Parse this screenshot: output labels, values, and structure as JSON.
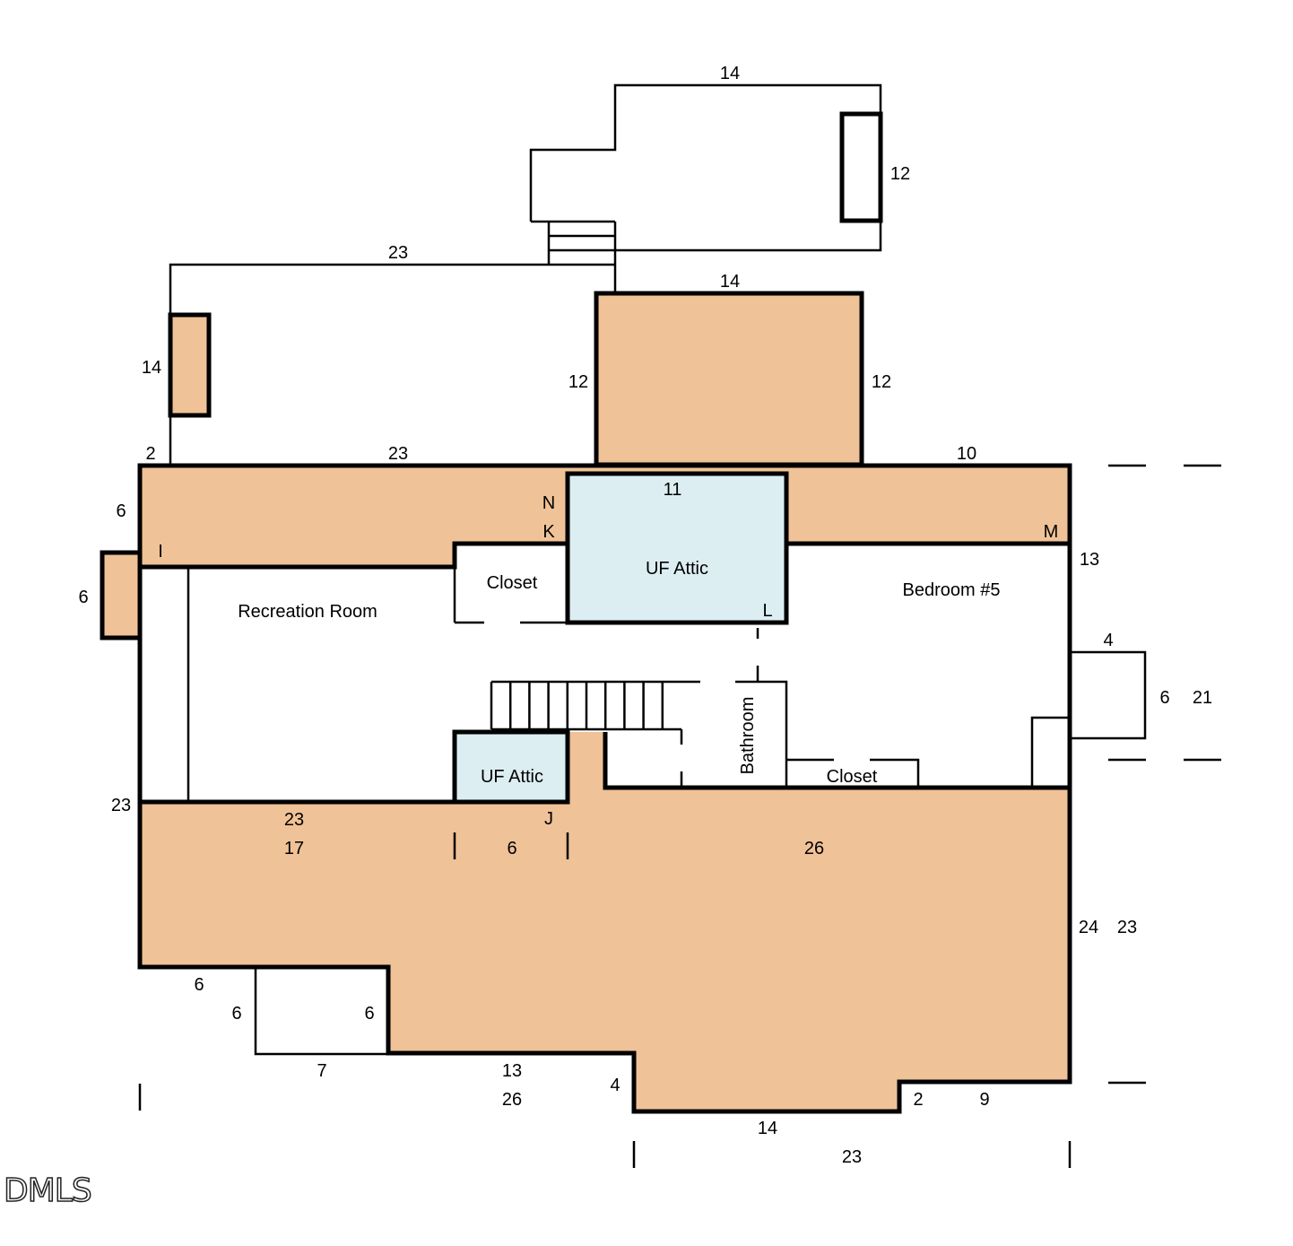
{
  "colors": {
    "included_area": "#F0C297",
    "unfinished_attic": "#DDEEF3",
    "wall": "#000000",
    "background": "#FFFFFF"
  },
  "rooms": {
    "recreation_room": "Recreation Room",
    "bedroom_5": "Bedroom #5",
    "closet_upper": "Closet",
    "closet_lower": "Closet",
    "uf_attic_upper": "UF Attic",
    "uf_attic_lower": "UF Attic",
    "bathroom": "Bathroom"
  },
  "points": {
    "i": "I",
    "j": "J",
    "k": "K",
    "l": "L",
    "m": "M",
    "n": "N"
  },
  "dimensions": {
    "d01": "14",
    "d02": "12",
    "d03": "23",
    "d04": "14",
    "d05": "14",
    "d06": "12",
    "d07": "12",
    "d08": "2",
    "d09": "23",
    "d10": "10",
    "d11": "11",
    "d12": "6",
    "d13": "6",
    "d14": "13",
    "d15": "4",
    "d16": "6",
    "d17": "21",
    "d18": "23",
    "d19": "23",
    "d20": "17",
    "d21": "6",
    "d22": "26",
    "d23": "24",
    "d24": "23",
    "d25": "6",
    "d26": "6",
    "d27": "6",
    "d28": "7",
    "d29": "13",
    "d30": "26",
    "d31": "4",
    "d32": "2",
    "d33": "9",
    "d34": "14",
    "d35": "23"
  },
  "watermark": "DMLS"
}
